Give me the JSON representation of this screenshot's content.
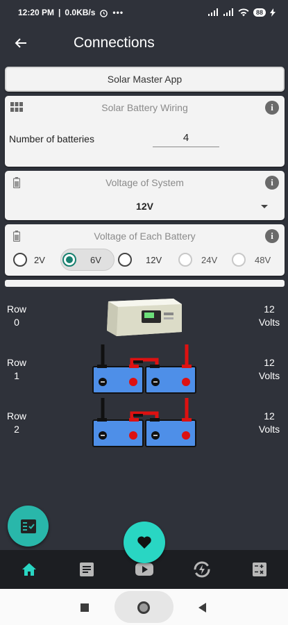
{
  "status_bar": {
    "time": "12:20 PM",
    "speed": "0.0KB/s",
    "battery": "88"
  },
  "app_bar": {
    "title": "Connections"
  },
  "app_button": {
    "label": "Solar Master App"
  },
  "wiring_card": {
    "title": "Solar Battery Wiring",
    "batteries_label": "Number of batteries",
    "batteries_value": "4"
  },
  "system_card": {
    "title": "Voltage of System",
    "selected": "12V"
  },
  "each_card": {
    "title": "Voltage of Each Battery",
    "options": [
      {
        "label": "2V",
        "state": "enabled"
      },
      {
        "label": "6V",
        "state": "selected"
      },
      {
        "label": "12V",
        "state": "enabled"
      },
      {
        "label": "24V",
        "state": "disabled"
      },
      {
        "label": "48V",
        "state": "disabled"
      }
    ]
  },
  "rows": [
    {
      "label_line1": "Row",
      "label_line2": "0",
      "volts_line1": "12",
      "volts_line2": "Volts"
    },
    {
      "label_line1": "Row",
      "label_line2": "1",
      "volts_line1": "12",
      "volts_line2": "Volts"
    },
    {
      "label_line1": "Row",
      "label_line2": "2",
      "volts_line1": "12",
      "volts_line2": "Volts"
    }
  ],
  "colors": {
    "accent": "#29d6c3",
    "background": "#2f323a",
    "battery_blue": "#4e8fe8",
    "nav_bg": "#1c1e22"
  },
  "icons": {
    "fab_left": "checklist-icon",
    "fab_center": "heart-icon",
    "nav": [
      "home-icon",
      "notes-icon",
      "youtube-icon",
      "sync-icon",
      "calculator-icon"
    ]
  }
}
